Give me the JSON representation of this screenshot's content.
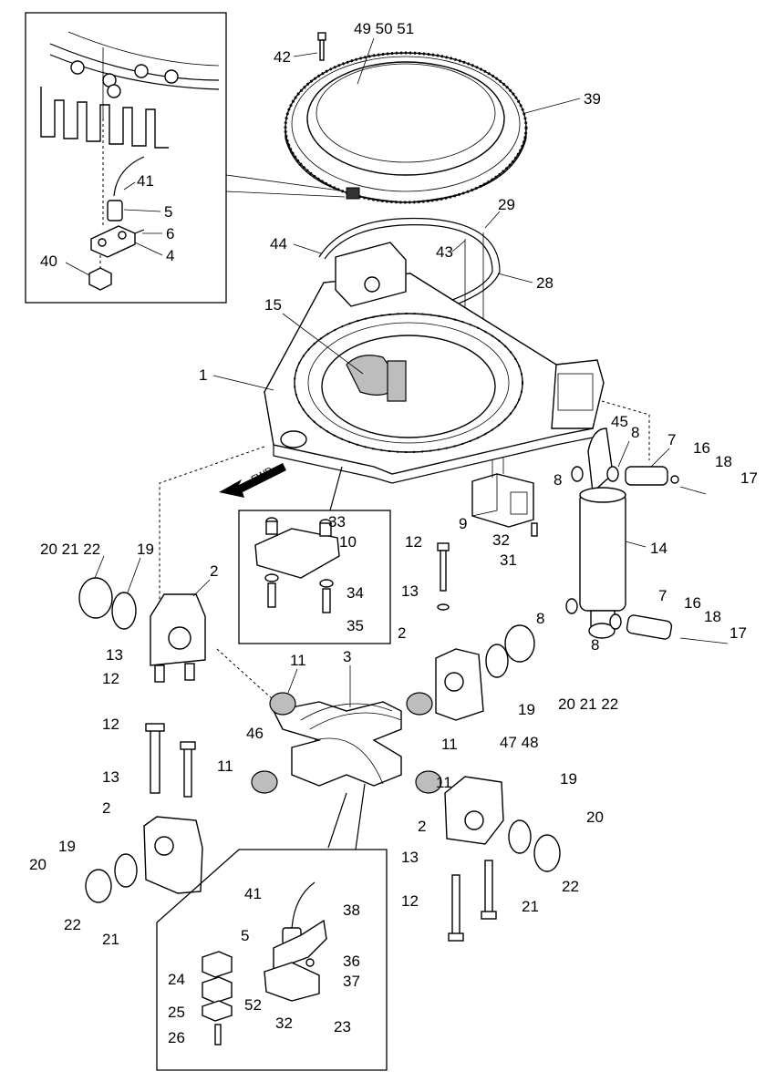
{
  "labels": {
    "l1": "1",
    "l2a": "2",
    "l2b": "2",
    "l2c": "2",
    "l2d": "2",
    "l3": "3",
    "l4": "4",
    "l5a": "5",
    "l5b": "5",
    "l6": "6",
    "l7a": "7",
    "l7b": "7",
    "l8a": "8",
    "l8b": "8",
    "l8c": "8",
    "l8d": "8",
    "l9": "9",
    "l10": "10",
    "l11a": "11",
    "l11b": "11",
    "l11c": "11",
    "l11d": "11",
    "l12a": "12",
    "l12b": "12",
    "l12c": "12",
    "l12d": "12",
    "l13a": "13",
    "l13b": "13",
    "l13c": "13",
    "l13d": "13",
    "l14": "14",
    "l15": "15",
    "l16a": "16",
    "l16b": "16",
    "l17a": "17",
    "l17b": "17",
    "l18a": "18",
    "l18b": "18",
    "l19a": "19",
    "l19b": "19",
    "l19c": "19",
    "l19d": "19",
    "l20a": "20 21 22",
    "l20b": "20 21 22",
    "l20c": "20",
    "l20d": "20",
    "l21a": "21",
    "l21b": "21",
    "l22a": "22",
    "l22b": "22",
    "l23": "23",
    "l24": "24",
    "l25": "25",
    "l26": "26",
    "l28": "28",
    "l29": "29",
    "l31": "31",
    "l32a": "32",
    "l32b": "32",
    "l33": "33",
    "l34": "34",
    "l35": "35",
    "l36": "36",
    "l37": "37",
    "l38": "38",
    "l39": "39",
    "l40": "40",
    "l41a": "41",
    "l41b": "41",
    "l42": "42",
    "l43": "43",
    "l44": "44",
    "l45": "45",
    "l46": "46",
    "l47": "47 48",
    "l49": "49 50 51",
    "l52": "52",
    "fwd": "FWD"
  }
}
